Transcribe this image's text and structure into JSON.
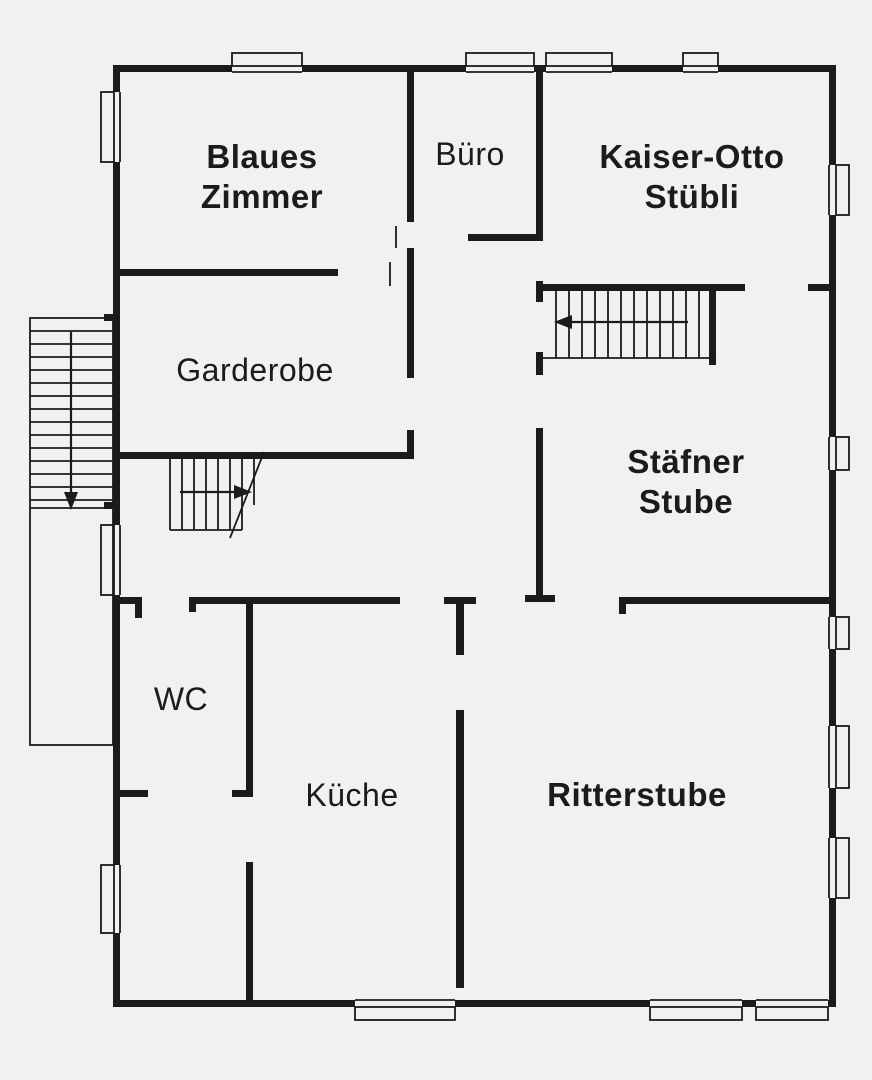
{
  "canvas": {
    "background": "#f1f1ef",
    "wall_color": "#1b1b1b",
    "line_color": "#1b1b1b",
    "text_color": "#1b1b1b"
  },
  "rooms": [
    {
      "name": "blaues-zimmer",
      "label": "Blaues Zimmer",
      "line1": "Blaues",
      "line2": "Zimmer",
      "emphasis": "bold"
    },
    {
      "name": "buero",
      "label": "Büro",
      "line1": "Büro",
      "line2": "",
      "emphasis": "regular"
    },
    {
      "name": "kaiser-otto-stuebli",
      "label": "Kaiser-Otto Stübli",
      "line1": "Kaiser-Otto",
      "line2": "Stübli",
      "emphasis": "bold"
    },
    {
      "name": "garderobe",
      "label": "Garderobe",
      "line1": "Garderobe",
      "line2": "",
      "emphasis": "regular"
    },
    {
      "name": "staefner-stube",
      "label": "Stäfner Stube",
      "line1": "Stäfner",
      "line2": "Stube",
      "emphasis": "bold"
    },
    {
      "name": "wc",
      "label": "WC",
      "line1": "WC",
      "line2": "",
      "emphasis": "regular"
    },
    {
      "name": "kueche",
      "label": "Küche",
      "line1": "Küche",
      "line2": "",
      "emphasis": "regular"
    },
    {
      "name": "ritterstube",
      "label": "Ritterstube",
      "line1": "Ritterstube",
      "line2": "",
      "emphasis": "bold"
    }
  ],
  "stairs": [
    {
      "name": "exterior-stair",
      "direction": "down"
    },
    {
      "name": "hall-stair",
      "direction": "right"
    },
    {
      "name": "upper-stair",
      "direction": "left"
    }
  ]
}
